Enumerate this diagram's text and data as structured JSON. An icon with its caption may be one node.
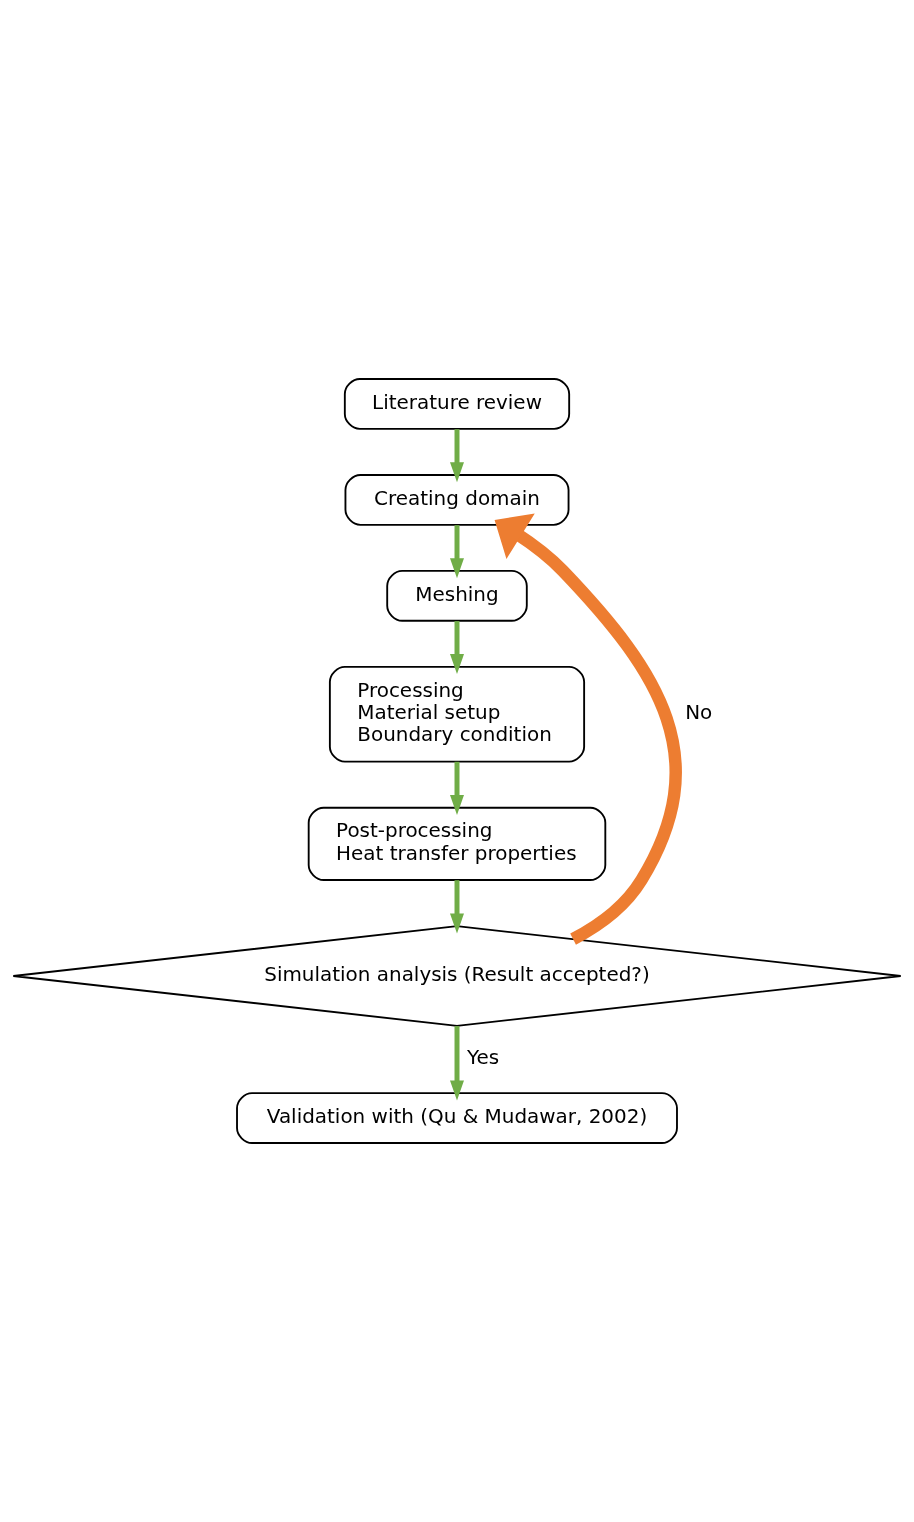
{
  "diagram": {
    "nodes": [
      {
        "text": [
          "Literature review"
        ]
      },
      {
        "text": [
          "Creating domain"
        ]
      },
      {
        "text": [
          "Meshing"
        ]
      },
      {
        "text": [
          "Processing",
          "Material setup",
          "Boundary condition"
        ]
      },
      {
        "text": [
          "Post-processing",
          "Heat transfer properties"
        ]
      },
      {
        "text": [
          "Simulation analysis (Result accepted?)"
        ]
      },
      {
        "text": [
          "Validation with (Qu & Mudawar, 2002)"
        ]
      }
    ],
    "edges": [
      {
        "from": 0,
        "to": 1,
        "arrow": "to"
      },
      {
        "from": 1,
        "to": 2,
        "arrow": "to"
      },
      {
        "from": 2,
        "to": 3,
        "arrow": "to"
      },
      {
        "from": 3,
        "to": 4,
        "arrow": "to"
      },
      {
        "from": 4,
        "to": 5,
        "arrow": "to"
      },
      {
        "from": 5,
        "to": 6,
        "arrow": "to",
        "label": "Yes"
      },
      {
        "from": 5,
        "to": 1,
        "arrow": "to",
        "label": "No",
        "style": "thick",
        "color": "#ed7d31"
      }
    ]
  }
}
